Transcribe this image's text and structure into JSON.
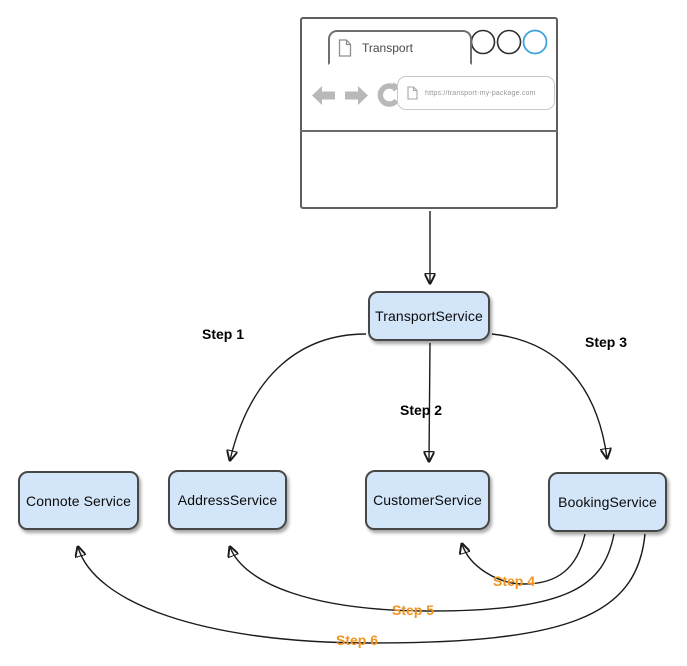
{
  "browser": {
    "tab_label": "Transport",
    "address_bar": {
      "url": "https://transport-my-package.com"
    },
    "icons": [
      "page-icon",
      "window-circle",
      "back-arrow-icon",
      "forward-arrow-icon",
      "refresh-icon"
    ]
  },
  "nodes": [
    {
      "id": "transport-service",
      "label": "TransportService"
    },
    {
      "id": "connote-service",
      "label": "Connote Service"
    },
    {
      "id": "address-service",
      "label": "AddressService"
    },
    {
      "id": "customer-service",
      "label": "CustomerService"
    },
    {
      "id": "booking-service",
      "label": "BookingService"
    }
  ],
  "edges": [
    {
      "from": "browser",
      "to": "TransportService",
      "label": ""
    },
    {
      "from": "TransportService",
      "to": "AddressService",
      "label": "Step 1",
      "label_color": "#000000"
    },
    {
      "from": "TransportService",
      "to": "CustomerService",
      "label": "Step 2",
      "label_color": "#000000"
    },
    {
      "from": "TransportService",
      "to": "BookingService",
      "label": "Step 3",
      "label_color": "#000000"
    },
    {
      "from": "BookingService",
      "to": "CustomerService",
      "label": "Step 4",
      "label_color": "#f1941f"
    },
    {
      "from": "BookingService",
      "to": "AddressService",
      "label": "Step 5",
      "label_color": "#f1941f"
    },
    {
      "from": "BookingService",
      "to": "Connote Service",
      "label": "Step 6",
      "label_color": "#f1941f"
    }
  ],
  "colors": {
    "node_fill": "#d3e5f8",
    "node_border": "#474747",
    "connector": "#1c1c1c",
    "step_highlight": "#f1941f",
    "browser_accent_circle": "#3fa3dc",
    "browser_gray_icon": "#b9b9b9"
  }
}
